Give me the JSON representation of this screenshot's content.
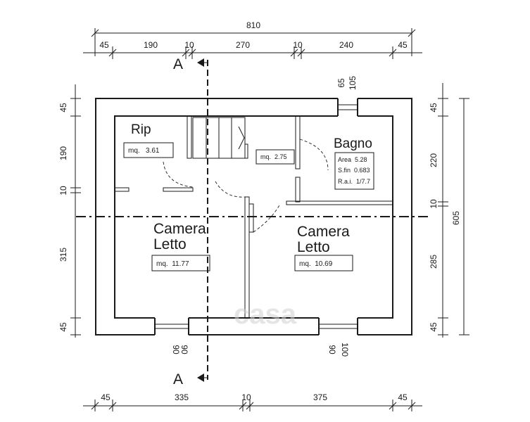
{
  "top_dims": {
    "total": "810",
    "segments": [
      "45",
      "190",
      "10",
      "270",
      "10",
      "240",
      "45"
    ]
  },
  "bottom_dims": {
    "segments": [
      "45",
      "335",
      "10",
      "375",
      "45"
    ]
  },
  "left_dims": {
    "segments": [
      "45",
      "190",
      "10",
      "315",
      "45"
    ]
  },
  "right_dims": {
    "total": "605",
    "segments": [
      "45",
      "220",
      "10",
      "285",
      "45"
    ]
  },
  "window_dims": {
    "top_window_a": "65",
    "top_window_b": "105",
    "bottom_left_a": "90",
    "bottom_left_b": "90",
    "bottom_right_a": "90",
    "bottom_right_b": "100"
  },
  "section_marker": {
    "letter": "A"
  },
  "rooms": {
    "rip": {
      "name": "Rip",
      "area": "mq.   3.61"
    },
    "corridor": {
      "area": "mq.  2.75"
    },
    "bagno": {
      "name": "Bagno",
      "area_line": "Area  5.28",
      "sfin_line": "S.fin  0.683",
      "rai_line": "R.a.i.  1/7.7"
    },
    "camera_left": {
      "name_line1": "Camera",
      "name_line2": "Letto",
      "area": "mq.  11.77"
    },
    "camera_right": {
      "name_line1": "Camera",
      "name_line2": "Letto",
      "area": "mq.  10.69"
    }
  },
  "watermark": {
    "text": "casa"
  }
}
